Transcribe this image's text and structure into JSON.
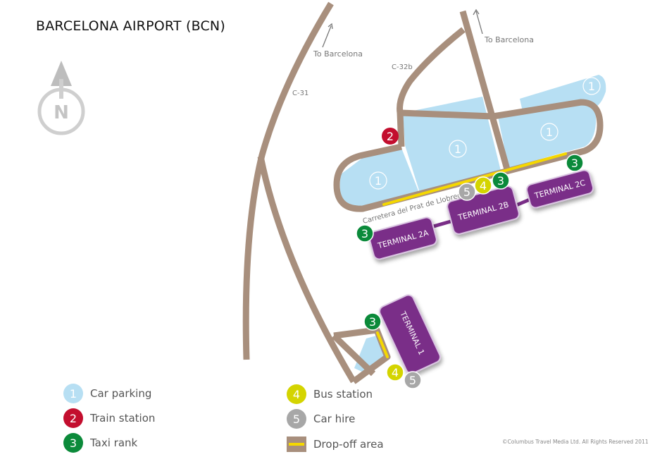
{
  "title": "BARCELONA AIRPORT (BCN)",
  "compass_letter": "N",
  "map_labels": {
    "to_barcelona_1": "To Barcelona",
    "to_barcelona_2": "To Barcelona",
    "c31": "C-31",
    "c32b": "C-32b",
    "road": "Carretera del Prat de Llobregat"
  },
  "terminals": {
    "t2a": "TERMINAL 2A",
    "t2b": "TERMINAL 2B",
    "t2c": "TERMINAL 2C",
    "t1": "TERMINAL 1"
  },
  "markers": {
    "parking": "1",
    "train": "2",
    "taxi": "3",
    "bus": "4",
    "car_hire": "5"
  },
  "legend": {
    "car_parking": {
      "num": "1",
      "label": "Car parking"
    },
    "train_station": {
      "num": "2",
      "label": "Train station"
    },
    "taxi_rank": {
      "num": "3",
      "label": "Taxi rank"
    },
    "bus_station": {
      "num": "4",
      "label": "Bus station"
    },
    "car_hire": {
      "num": "5",
      "label": "Car hire"
    },
    "dropoff": {
      "label": "Drop-off area"
    }
  },
  "copyright": "©Columbus Travel Media Ltd. All Rights Reserved 2011",
  "colors": {
    "road": "#a88f7d",
    "parking": "#b7dff3",
    "terminal": "#7a2e88",
    "train": "#c30e2e",
    "taxi": "#0b8a3a",
    "bus": "#d4d400",
    "car_hire": "#a7a7a7",
    "dropoff": "#f5d800",
    "compass": "#cccccc"
  }
}
